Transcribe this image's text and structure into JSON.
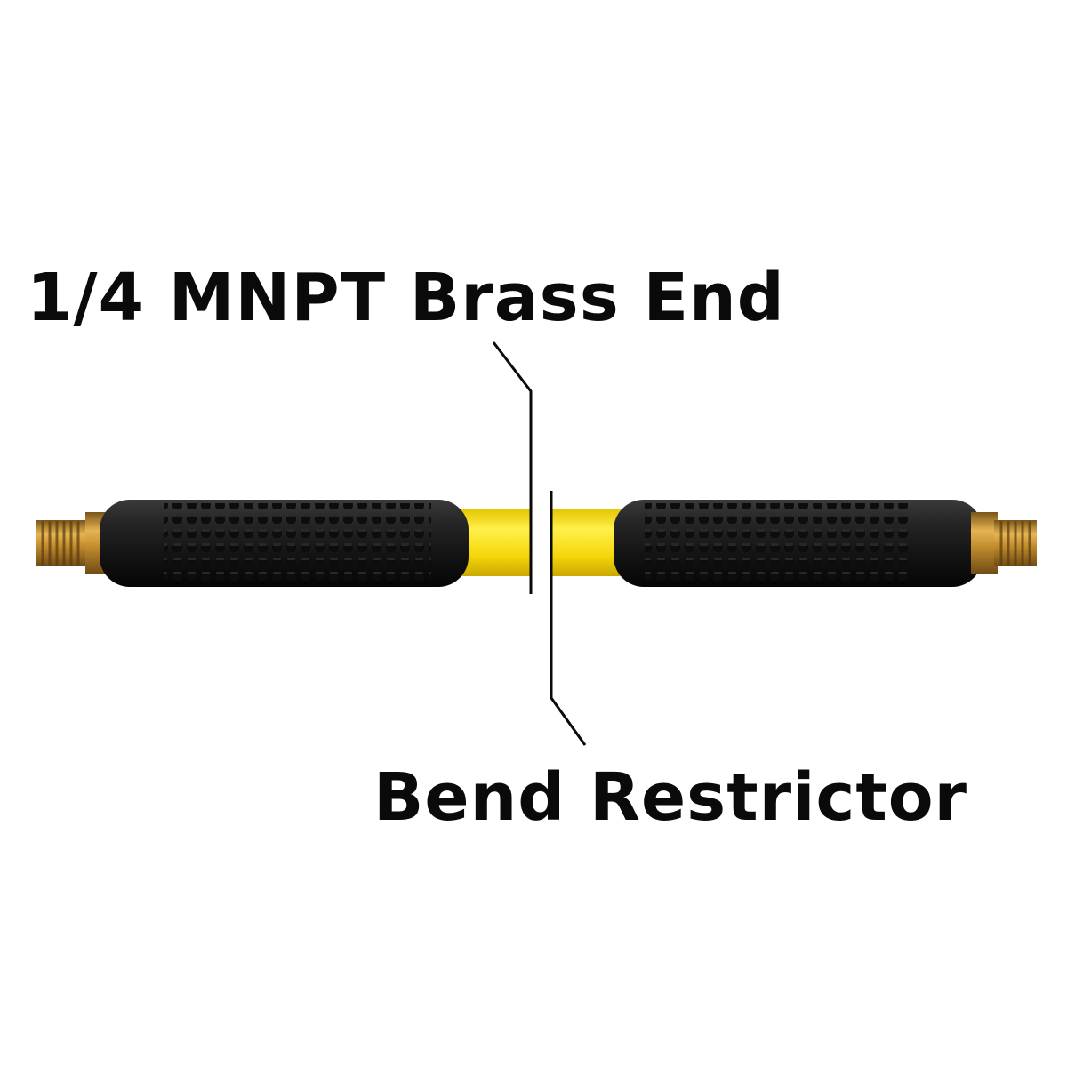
{
  "image": {
    "subject": "air hose assembly with brass fittings and bend restrictors",
    "colors": {
      "background": "#ffffff",
      "hose": "#f5d90a",
      "restrictor": "#1c1c1c",
      "brass": "#c8902f",
      "text": "#0a0a0a"
    }
  },
  "callouts": {
    "top_label": "1/4 MNPT Brass End",
    "bottom_label": "Bend Restrictor"
  }
}
